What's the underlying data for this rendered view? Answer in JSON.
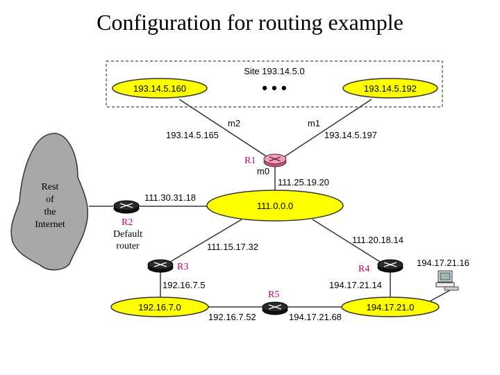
{
  "title": "Configuration for routing example",
  "site": {
    "label": "Site 193.14.5.0",
    "net_left": "193.14.5.160",
    "net_right": "193.14.5.192",
    "ellipsis": "• • •"
  },
  "cloud": {
    "lines": [
      "Rest",
      "of",
      "the",
      "Internet"
    ]
  },
  "routers": {
    "r1": {
      "name": "R1"
    },
    "r2": {
      "name": "R2",
      "desc_lines": [
        "Default",
        "router"
      ]
    },
    "r3": {
      "name": "R3"
    },
    "r4": {
      "name": "R4"
    },
    "r5": {
      "name": "R5"
    }
  },
  "networks": {
    "backbone": "111.0.0.0",
    "lan3": "192.16.7.0",
    "lan4": "194.17.21.0"
  },
  "labels": {
    "m2": "m2",
    "m1": "m1",
    "m0": "m0",
    "r1_m2_ip": "193.14.5.165",
    "r1_m1_ip": "193.14.5.197",
    "r1_m0_ip": "111.25.19.20",
    "r2_ip": "111.30.31.18",
    "r3_backbone_ip": "111.15.17.32",
    "r4_backbone_ip": "111.20.18.14",
    "r3_lan_ip": "192.16.7.5",
    "r4_lan_ip": "194.17.21.14",
    "r5_left_ip": "192.16.7.52",
    "r5_right_ip": "194.17.21.68",
    "host_ip": "194.17.21.16"
  },
  "colors": {
    "network_fill": "#ffff00",
    "router_fill": "#ff99bb",
    "router_dark": "#2a2a2a",
    "router_name": "#c0006a",
    "cloud_fill": "#a8a8a8"
  }
}
